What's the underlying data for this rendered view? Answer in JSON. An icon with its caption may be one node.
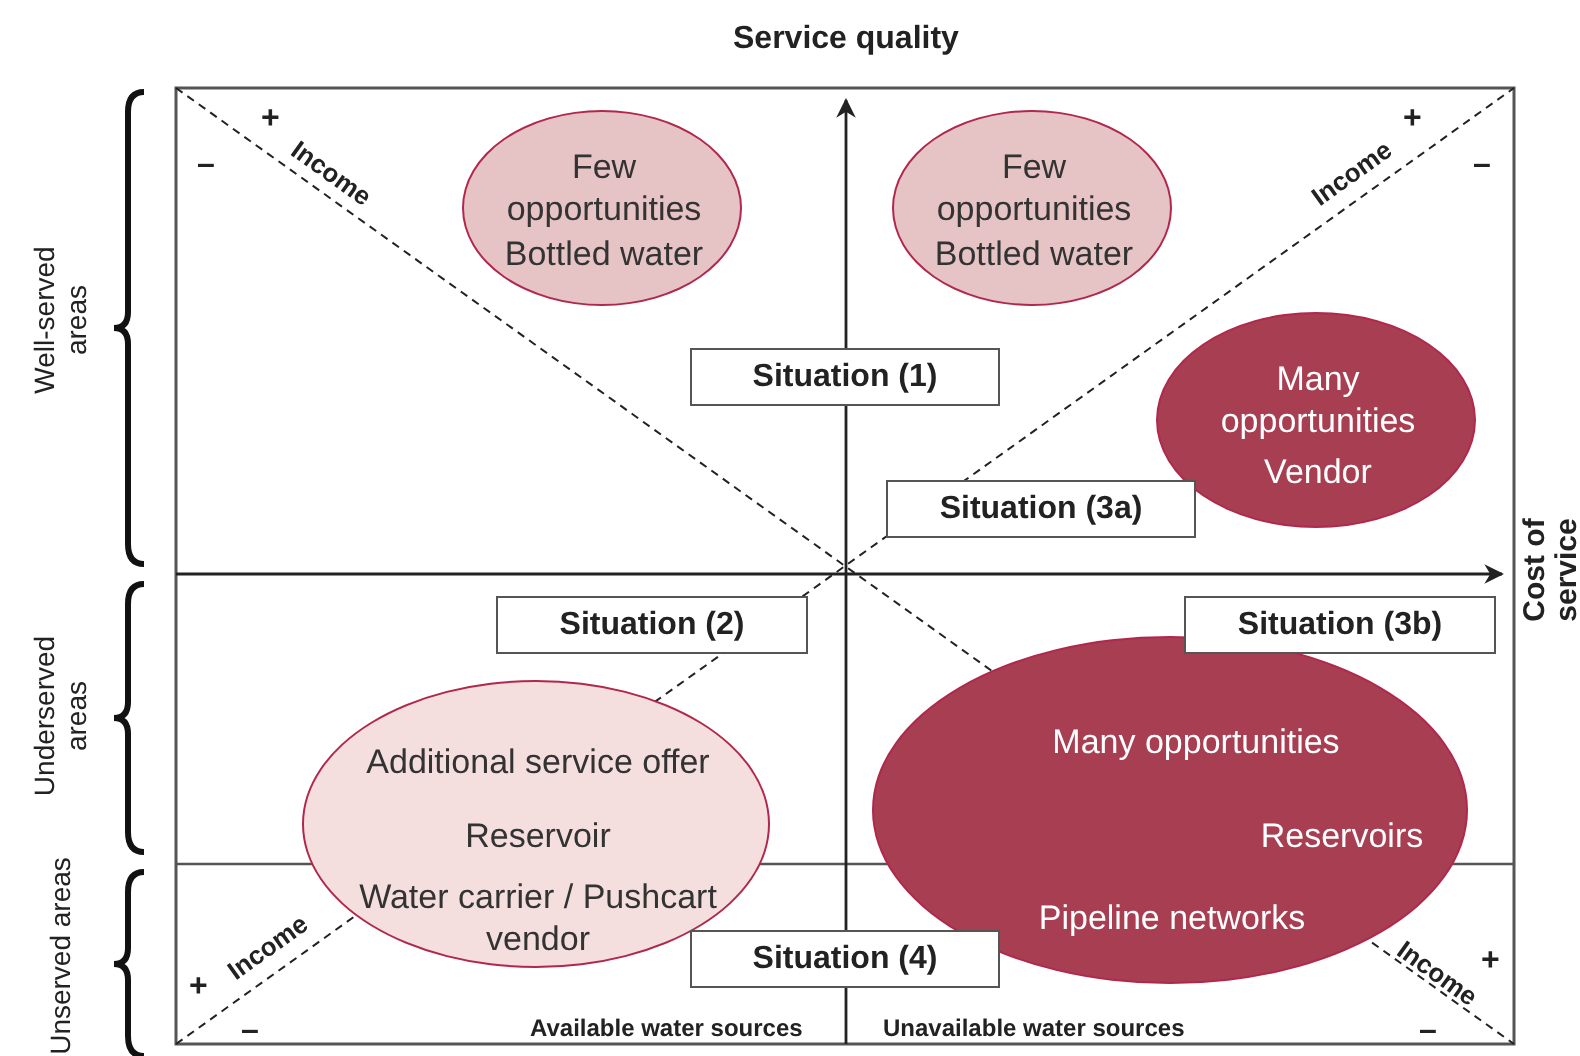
{
  "diagram": {
    "nodes": [
      {
        "text": [
          "Few opportunities",
          "Bottled water"
        ]
      },
      {
        "text": [
          "Few opportunities",
          "Bottled water"
        ]
      },
      {
        "text": [
          "Situation (1)"
        ]
      },
      {
        "text": [
          "Many opportunities",
          "Vendor"
        ]
      },
      {
        "text": [
          "Situation (3a)"
        ]
      },
      {
        "text": [
          "Situation (2)"
        ]
      },
      {
        "text": [
          "Situation (3b)"
        ]
      },
      {
        "text": [
          "Additional service offer",
          "Reservoir",
          "Water carrier / Pushcart vendor"
        ]
      },
      {
        "text": [
          "Many opportunities",
          "Reservoirs",
          "Pipeline networks"
        ]
      },
      {
        "text": [
          "Situation (4)"
        ]
      }
    ],
    "labels": [
      "Service quality",
      "+",
      "Income",
      "–",
      "Income",
      "+",
      "–",
      "Well-served areas",
      "Cost of service",
      "Underserved areas",
      "Unserved areas",
      "Income",
      "+",
      "Income",
      "+",
      "–",
      "Available water sources",
      "Unavailable water sources",
      "–"
    ]
  }
}
